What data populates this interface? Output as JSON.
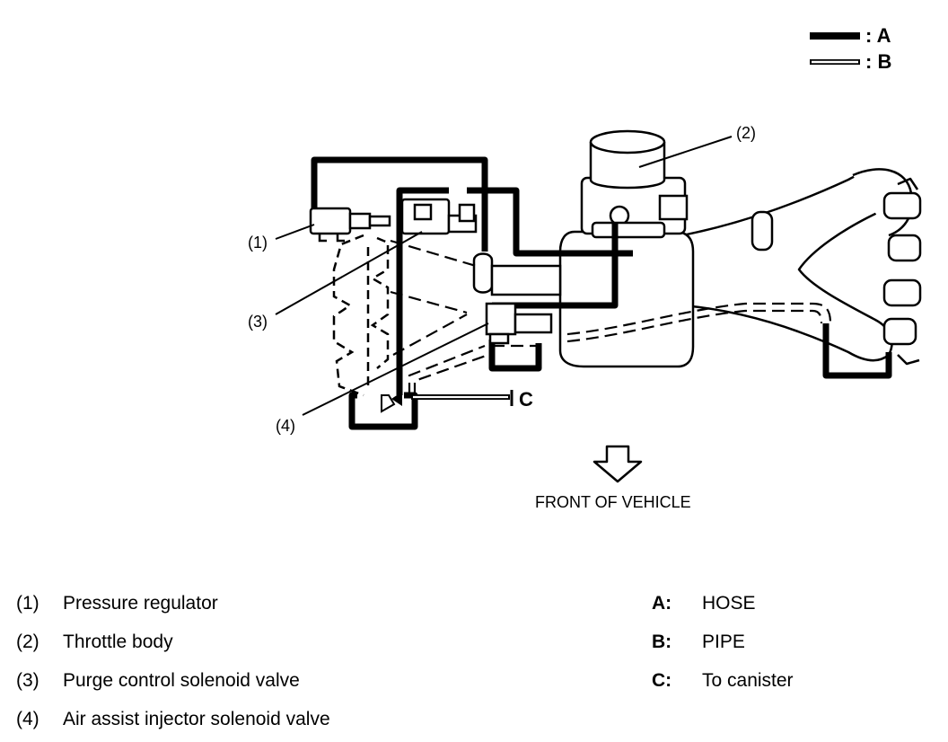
{
  "diagram": {
    "legend": [
      {
        "key": "A",
        "text": ": A"
      },
      {
        "key": "B",
        "text": ": B"
      }
    ],
    "callouts": [
      "(1)",
      "(2)",
      "(3)",
      "(4)"
    ],
    "canister_label": "C",
    "front_label": "FRONT OF VEHICLE"
  },
  "parts": [
    {
      "num": "(1)",
      "name": "Pressure regulator"
    },
    {
      "num": "(2)",
      "name": "Throttle body"
    },
    {
      "num": "(3)",
      "name": "Purge control solenoid valve"
    },
    {
      "num": "(4)",
      "name": "Air assist injector solenoid valve"
    }
  ],
  "keys": [
    {
      "key": "A:",
      "desc": "HOSE"
    },
    {
      "key": "B:",
      "desc": "PIPE"
    },
    {
      "key": "C:",
      "desc": "To canister"
    }
  ]
}
